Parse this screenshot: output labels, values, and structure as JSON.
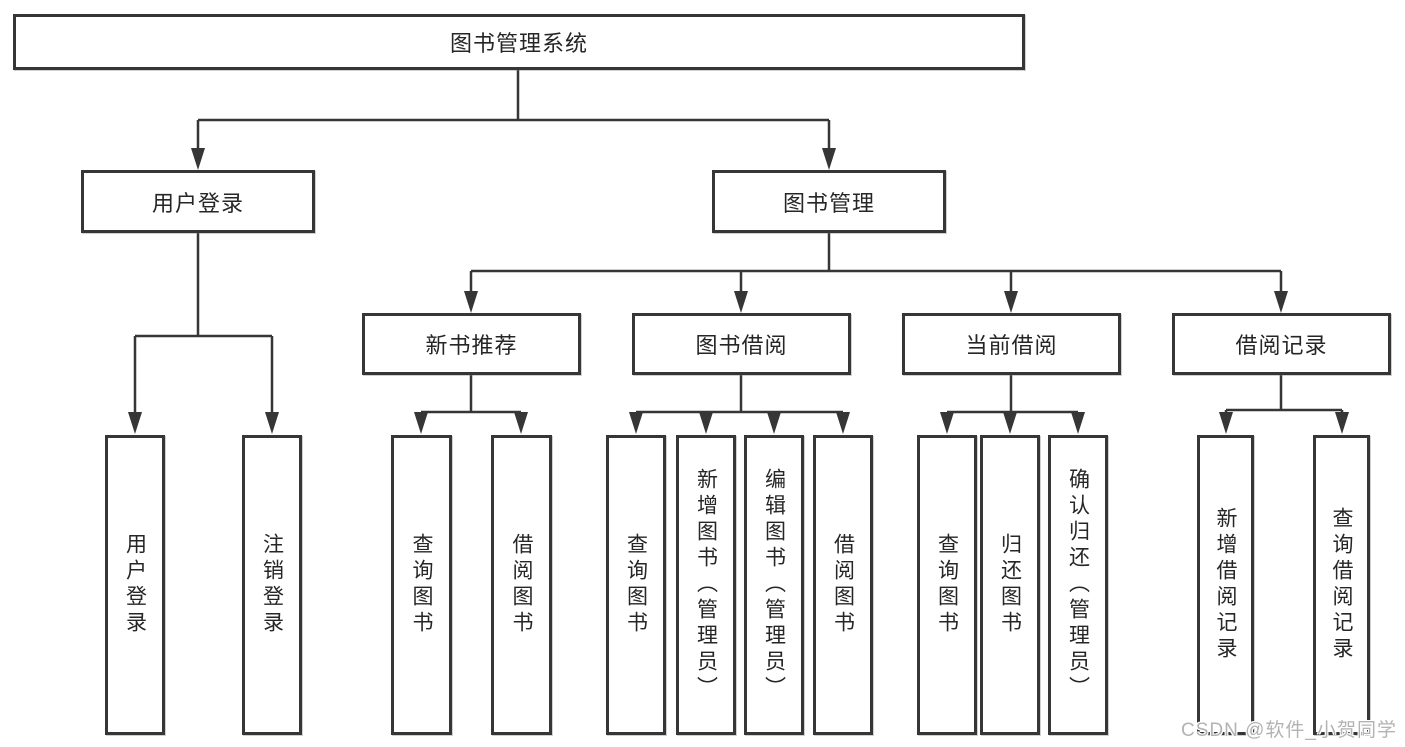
{
  "diagram": {
    "type": "function-structure-tree",
    "colors": {
      "line": "#363636",
      "node_border": "#363636",
      "node_text": "#262626",
      "watermark_text": "#b3b3b3"
    }
  },
  "tree": {
    "root": "图书管理系统",
    "branches": [
      {
        "label": "用户登录",
        "children": [
          {
            "label": "用户登录"
          },
          {
            "label": "注销登录"
          }
        ]
      },
      {
        "label": "图书管理",
        "children": [
          {
            "label": "新书推荐",
            "children": [
              {
                "label": "查询图书"
              },
              {
                "label": "借阅图书"
              }
            ]
          },
          {
            "label": "图书借阅",
            "children": [
              {
                "label": "查询图书"
              },
              {
                "label": "新增图书（管理员）"
              },
              {
                "label": "编辑图书（管理员）"
              },
              {
                "label": "借阅图书"
              }
            ]
          },
          {
            "label": "当前借阅",
            "children": [
              {
                "label": "查询图书"
              },
              {
                "label": "归还图书"
              },
              {
                "label": "确认归还（管理员）"
              }
            ]
          },
          {
            "label": "借阅记录",
            "children": [
              {
                "label": "新增借阅记录"
              },
              {
                "label": "查询借阅记录"
              }
            ]
          }
        ]
      }
    ]
  },
  "watermark": "CSDN @软件_小贺同学"
}
